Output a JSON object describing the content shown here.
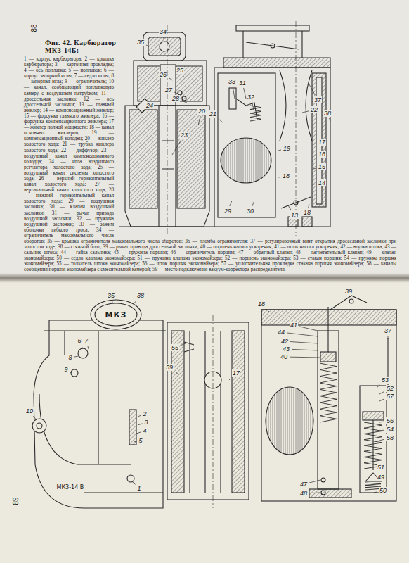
{
  "diagram": {
    "title": "Фиг. 42. Карбюратор МКЗ-14Б:",
    "caption": "1 — корпус карбюратора; 2 — крышка карбюратора; 3 — картонная прокладка; 4 — ось поплавка; 5 — поплавок; 6 — корпус запорной иглы; 7 — седло иглы; 8 — запорная игла; 9 — ограничитель; 10 — канал, сообщающий поплавковую камеру с воздушным патрубком; 11 — дроссельная заслонка; 12 — ось дроссельной заслонки; 13 — главный жиклер; 14 — компенсационный жиклер; 15 — форсунка главного жиклера; 16 — форсунка компенсационного жиклера; 17 — жиклер полной мощности; 18 — канал основных жиклеров; 19 — компенсационный колодец; 20 — жиклер холостого хода; 21 — трубка жиклера холостого хода; 22 — диффузор; 23 — воздушный канал компенсационного колодца; 24 — игла воздушного регулятора холостого хода; 25 — воздушный канал системы холостого хода; 26 — верхний горизонтальный канал холостого хода; 27 — вертикальный канал холостого хода; 28 — нижний горизонтальный канал холостого хода; 29 — воздушная заслонка; 30 — клапан воздушной заслонки; 31 — рычаг привода воздушной заслонки; 32 — пружина воздушной заслонки; 33 — зажим оболочки гибкого троса; 34 — ограничитель максимального числа оборотов; 35 — крышка ограничителя максимального числа оборотов; 36 — пломба ограничителя; 37 — регулировочный винт открытия дроссельной заслонки при холостом ходе; 38 — стяжной болт; 39 — рычаг привода дроссельной заслонки; 40 — поршень насоса ускорения; 41 — шток насоса ускорения; 42 — втулка штока; 43 — сальник штока; 44 — гайка сальника; 45 — пружина поршня; 46 — ограничитель поршня; 47 — обратный клапан; 48 — нагнетательный клапан; 49 — клапан экономайзера; 50 — седло клапана экономайзера; 51 — пружина клапана экономайзера; 52 — поршень экономайзера; 53 — стакан поршня; 54 — пружина поршня экономайзера; 55 — толкатель штока экономайзера; 56 — шток поршня экономайзера; 57 — уплотнительная прокладка стакана поршня экономайзера; 58 — каналы сообщения поршня экономайзера с смесительной камерой; 59 — место подключения вакуум-корректора распределителя.",
    "labels": [
      "88",
      "34",
      "35",
      "26",
      "25",
      "27",
      "28",
      "24",
      "23",
      "20",
      "21",
      "33",
      "31",
      "32",
      "37",
      "22",
      "38",
      "17",
      "16",
      "15",
      "14",
      "19",
      "18",
      "29",
      "30",
      "13",
      "18",
      "35",
      "38",
      "МКЗ",
      "6",
      "7",
      "8",
      "9",
      "10",
      "2",
      "3",
      "4",
      "5",
      "1",
      "МКЗ-14 В",
      "55",
      "59",
      "17",
      "39",
      "18",
      "41",
      "44",
      "42",
      "43",
      "40",
      "37",
      "53",
      "52",
      "57",
      "56",
      "54",
      "58",
      "51",
      "49",
      "50",
      "47",
      "48",
      "89"
    ]
  }
}
